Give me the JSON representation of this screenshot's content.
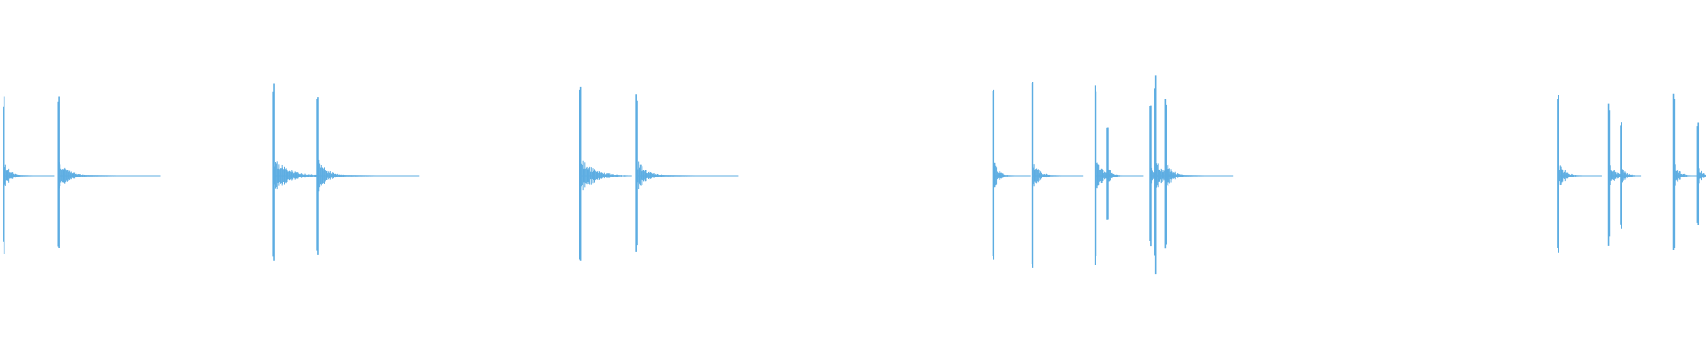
{
  "waveform": {
    "color": "#5dade2",
    "background": "#ffffff",
    "transients": [
      {
        "t": 0.002,
        "amp": 0.94,
        "tail": 0.03,
        "decay": 0.1
      },
      {
        "t": 0.034,
        "amp": 1.0,
        "tail": 0.06,
        "decay": 0.08
      },
      {
        "t": 0.16,
        "amp": 1.15,
        "tail": 0.026,
        "decay": 0.3
      },
      {
        "t": 0.186,
        "amp": 1.05,
        "tail": 0.06,
        "decay": 0.08
      },
      {
        "t": 0.34,
        "amp": 1.09,
        "tail": 0.03,
        "decay": 0.25
      },
      {
        "t": 0.373,
        "amp": 1.02,
        "tail": 0.06,
        "decay": 0.08
      },
      {
        "t": 0.582,
        "amp": 1.12,
        "tail": 0.022,
        "decay": 0.1
      },
      {
        "t": 0.605,
        "amp": 1.12,
        "tail": 0.03,
        "decay": 0.1
      },
      {
        "t": 0.642,
        "amp": 1.07,
        "tail": 0.028,
        "decay": 0.12
      },
      {
        "t": 0.649,
        "amp": 0.62,
        "tail": 0.01,
        "decay": 0.2
      },
      {
        "t": 0.674,
        "amp": 0.86,
        "tail": 0.01,
        "decay": 0.15
      },
      {
        "t": 0.677,
        "amp": 1.2,
        "tail": 0.032,
        "decay": 0.1
      },
      {
        "t": 0.683,
        "amp": 0.98,
        "tail": 0.04,
        "decay": 0.08
      },
      {
        "t": 0.913,
        "amp": 0.97,
        "tail": 0.026,
        "decay": 0.12
      },
      {
        "t": 0.943,
        "amp": 0.9,
        "tail": 0.018,
        "decay": 0.15
      },
      {
        "t": 0.95,
        "amp": 0.64,
        "tail": 0.012,
        "decay": 0.2
      },
      {
        "t": 0.981,
        "amp": 1.02,
        "tail": 0.018,
        "decay": 0.12
      },
      {
        "t": 0.995,
        "amp": 0.64,
        "tail": 0.01,
        "decay": 0.2
      }
    ]
  }
}
